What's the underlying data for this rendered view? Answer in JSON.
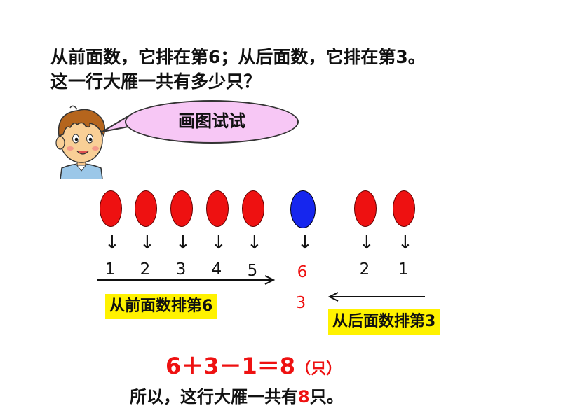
{
  "question": {
    "line1": "从前面数，它排在第6；从后面数，它排在第3。",
    "line2": "这一行大雁一共有多少只？"
  },
  "speech_bubble": {
    "text": "画图试试"
  },
  "front_numbers": [
    "1",
    "2",
    "3",
    "4",
    "5"
  ],
  "middle_goose": {
    "front_position": "6",
    "back_position": "3"
  },
  "back_numbers": [
    "2",
    "1"
  ],
  "labels": {
    "front": "从前面数排第6",
    "back": "从后面数排第3"
  },
  "formula": {
    "expression": "6＋3－1＝8",
    "unit": "（只）"
  },
  "answer": {
    "before": "所以，这行大雁一共有",
    "number": "8",
    "after": "只。"
  },
  "colors": {
    "goose_red": "#ee1111",
    "goose_blue": "#1626ee",
    "highlight_yellow": "#fff200",
    "bubble_pink": "#f7c7f5"
  },
  "icons": [
    "boy-character-icon",
    "down-arrow-icon",
    "right-arrow-icon",
    "left-arrow-icon"
  ]
}
